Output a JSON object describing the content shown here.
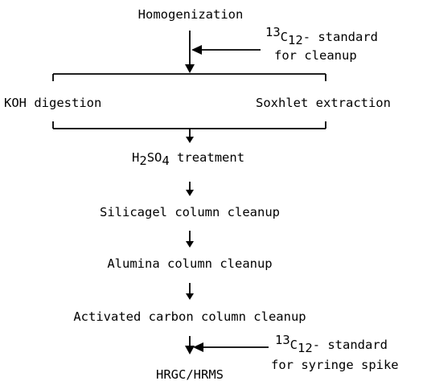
{
  "steps": {
    "homogenization": "Homogenization",
    "koh_digestion": "KOH digestion",
    "soxhlet_extraction": "Soxhlet extraction",
    "h2so4": {
      "h": "H",
      "sub2": "2",
      "so": "SO",
      "sub4": "4",
      "rest": " treatment"
    },
    "silicagel": "Silicagel column cleanup",
    "alumina": "Alumina column cleanup",
    "activated_carbon": "Activated carbon column cleanup",
    "hrgc_hrms": "HRGC/HRMS"
  },
  "spikes": {
    "cleanup": {
      "sup": "13",
      "c": "C",
      "sub": "12",
      "rest": "- standard",
      "line2": "for cleanup"
    },
    "syringe": {
      "sup": "13",
      "c": "C",
      "sub": "12",
      "rest": "- standard",
      "line2": "for syringe spike"
    }
  }
}
